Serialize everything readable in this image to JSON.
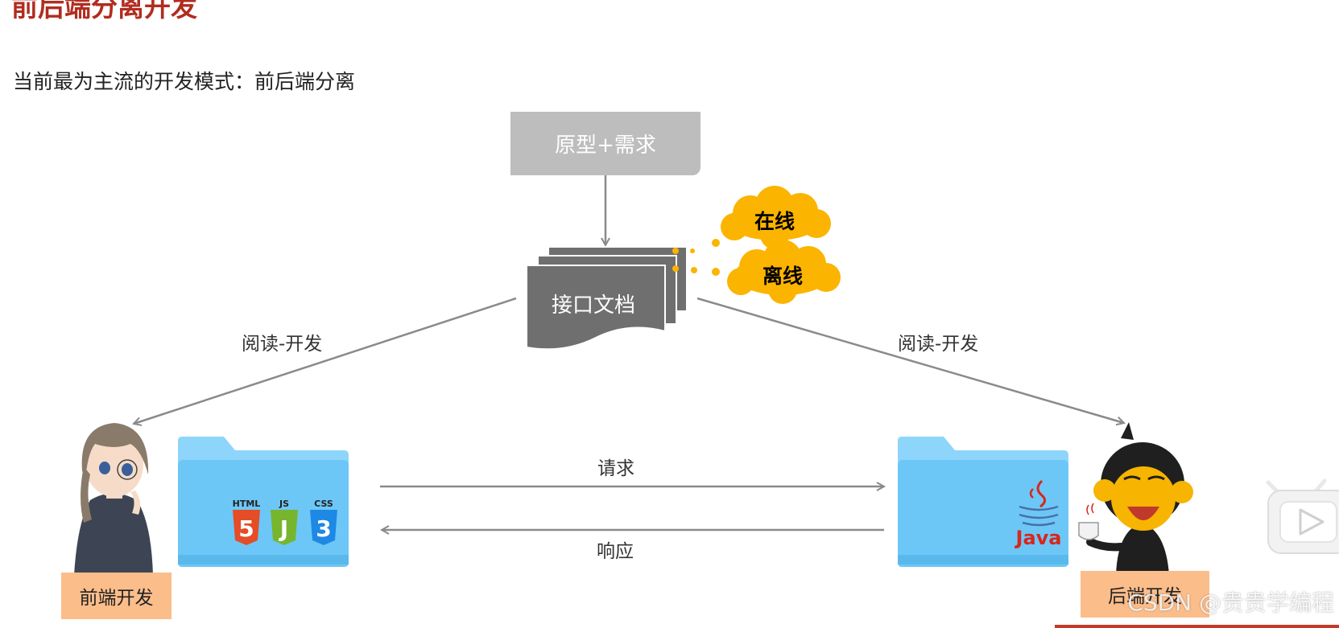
{
  "title": "前后端分离开发",
  "subtitle": "当前最为主流的开发模式：前后端分离",
  "diagram": {
    "prototype_box": "原型+需求",
    "api_doc": "接口文档",
    "cloud_online": "在线",
    "cloud_offline": "离线",
    "read_dev_left": "阅读-开发",
    "read_dev_right": "阅读-开发",
    "request": "请求",
    "response": "响应",
    "frontend_label": "前端开发",
    "backend_label": "后端开发",
    "html_badge": "HTML",
    "js_badge": "JS",
    "css_badge": "CSS",
    "html_num": "5",
    "js_glyph": "J",
    "css_num": "3",
    "java_text": "Java"
  },
  "watermark": "CSDN @贵贵学编程",
  "colors": {
    "title": "#b12d1f",
    "prototype_bg": "#bdbdbd",
    "doc_dark": "#6f6f6f",
    "cloud": "#fbb400",
    "folder": "#6cc7f7",
    "role_bg": "#fbbd8a",
    "html5": "#e44d26",
    "js": "#77b52e",
    "css3": "#1e88e5",
    "java_red": "#d8261c"
  }
}
